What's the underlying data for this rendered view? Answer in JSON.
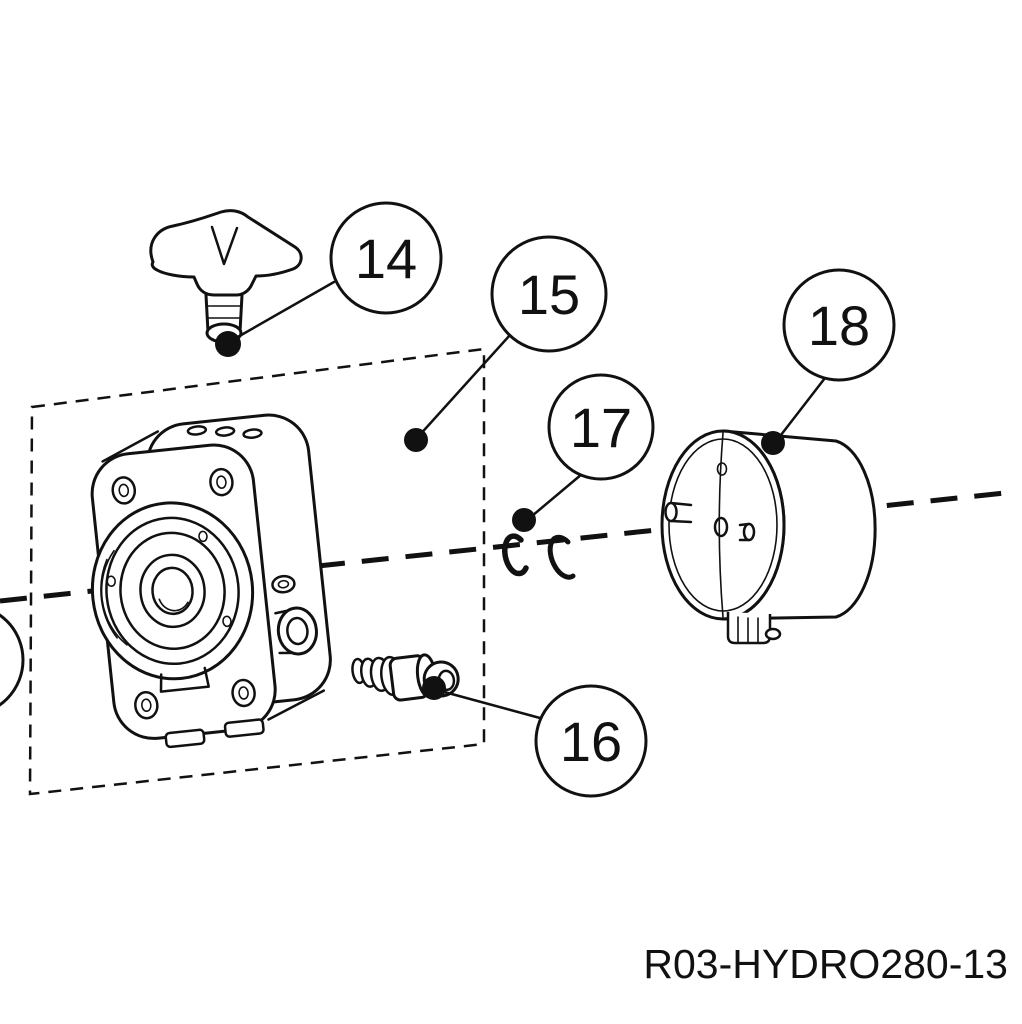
{
  "diagram": {
    "part_code": "R03-HYDRO280-13",
    "callouts": [
      {
        "label": "14"
      },
      {
        "label": "15"
      },
      {
        "label": "16"
      },
      {
        "label": "17"
      },
      {
        "label": "18"
      }
    ],
    "colors": {
      "line": "#111111",
      "background": "#ffffff",
      "callout-fill": "#ffffff"
    }
  }
}
